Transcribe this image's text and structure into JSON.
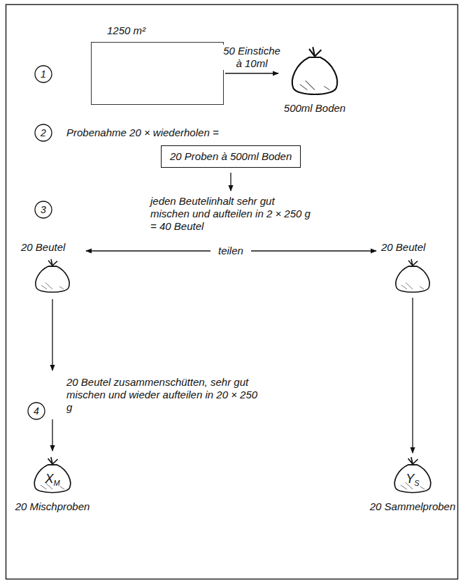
{
  "diagram": {
    "nodes": [
      {
        "text": [
          "1"
        ]
      },
      {
        "text": [
          "1250 m²"
        ]
      },
      {
        "text": [
          "500ml Boden"
        ]
      },
      {
        "text": [
          "2"
        ]
      },
      {
        "text": [
          "20 Proben à 500ml Boden"
        ]
      },
      {
        "text": [
          "3"
        ]
      },
      {
        "text": [
          "20 Beutel"
        ]
      },
      {
        "text": [
          "20 Beutel"
        ]
      },
      {
        "text": [
          "4"
        ]
      },
      {
        "text": [
          "X",
          "M",
          "20 Mischproben"
        ]
      },
      {
        "text": [
          "Y",
          "S",
          "20 Sammelproben"
        ]
      }
    ],
    "edges": [
      {
        "from": 1,
        "to": 2,
        "arrow": "to",
        "label": "50 Einstiche à 10ml"
      },
      {
        "from": 7,
        "to": 10,
        "arrow": "to"
      }
    ],
    "labels": [
      "Probenahme 20 × wiederholen =",
      "jeden Beutelinhalt sehr gut mischen und aufteilen in 2 × 250 g = 40 Beutel",
      "teilen",
      "20 Beutel zusammenschütten, sehr gut mischen und wieder aufteilen in 20 × 250 g"
    ]
  }
}
